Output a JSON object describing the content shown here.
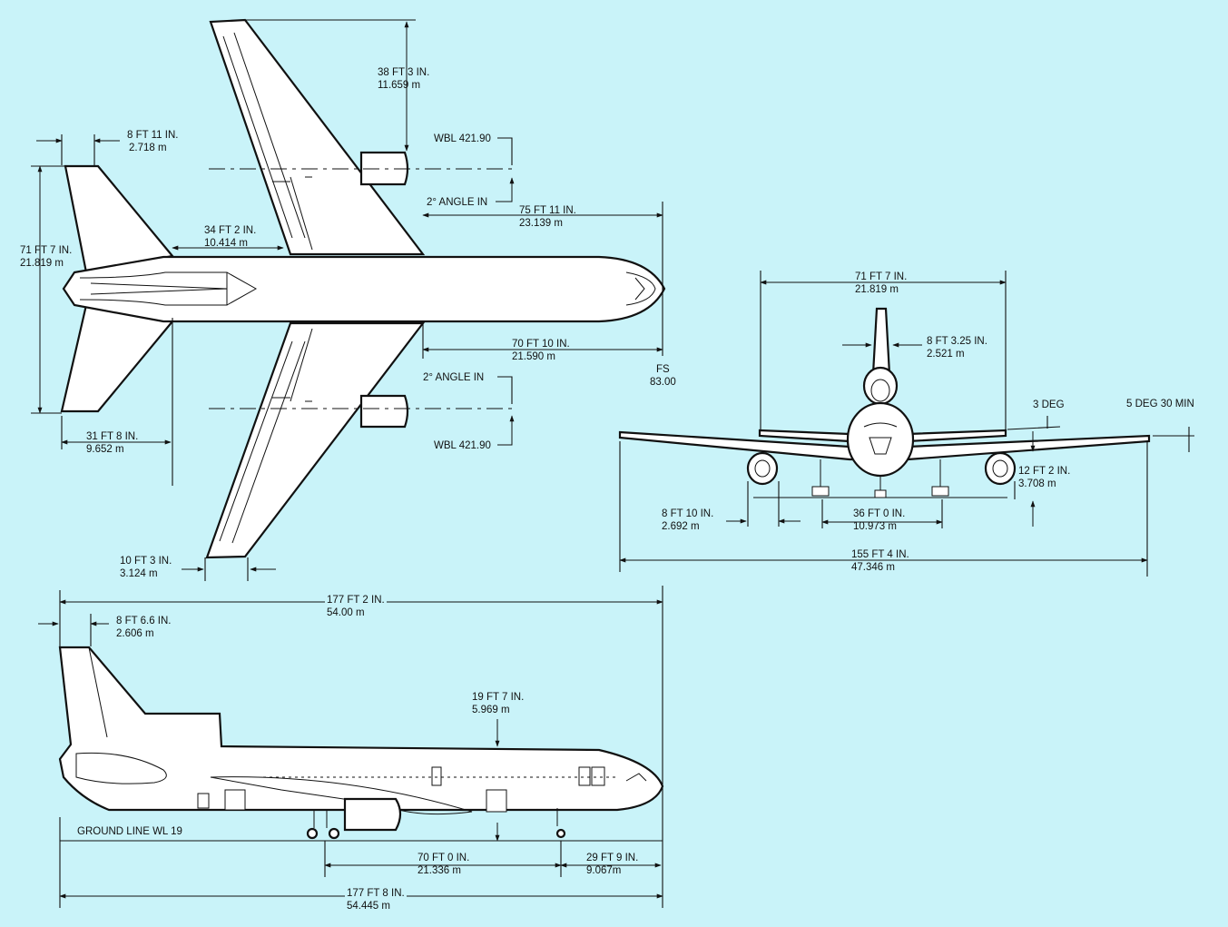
{
  "dimensions": {
    "wing_span_semi": {
      "imperial": "38 FT 3 IN.",
      "metric": "11.659 m"
    },
    "tail_offset_top": {
      "imperial": "8 FT 11 IN.",
      "metric": "2.718 m"
    },
    "wbl_top": {
      "text": "WBL 421.90"
    },
    "angle_top": {
      "text": "2° ANGLE IN"
    },
    "tailplane_span": {
      "imperial": "71 FT 7 IN.",
      "metric": "21.819 m"
    },
    "tail_root": {
      "imperial": "34 FT 2 IN.",
      "metric": "10.414 m"
    },
    "nose_to_wing_top": {
      "imperial": "75 FT 11 IN.",
      "metric": "23.139 m"
    },
    "nose_to_wing_bottom": {
      "imperial": "70 FT 10 IN.",
      "metric": "21.590 m"
    },
    "fs": {
      "label": "FS",
      "value": "83.00"
    },
    "angle_bottom": {
      "text": "2° ANGLE IN"
    },
    "wbl_bottom": {
      "text": "WBL 421.90"
    },
    "tail_length": {
      "imperial": "31 FT 8 IN.",
      "metric": "9.652 m"
    },
    "wingtip_chord": {
      "imperial": "10 FT 3 IN.",
      "metric": "3.124 m"
    },
    "front_stab_span": {
      "imperial": "71 FT 7 IN.",
      "metric": "21.819 m"
    },
    "fin_width": {
      "imperial": "8 FT 3.25 IN.",
      "metric": "2.521 m"
    },
    "dihedral_stab": {
      "text": "3 DEG"
    },
    "dihedral_wing": {
      "text": "5 DEG 30 MIN"
    },
    "engine_height": {
      "imperial": "12 FT 2 IN.",
      "metric": "3.708 m"
    },
    "engine_clearance": {
      "imperial": "8 FT 10 IN.",
      "metric": "2.692 m"
    },
    "main_gear_track": {
      "imperial": "36 FT 0 IN.",
      "metric": "10.973 m"
    },
    "wingspan": {
      "imperial": "155 FT 4 IN.",
      "metric": "47.346 m"
    },
    "fuselage_length": {
      "imperial": "177 FT 2 IN.",
      "metric": "54.00 m"
    },
    "tail_offset_side": {
      "imperial": "8 FT 6.6 IN.",
      "metric": "2.606 m"
    },
    "height": {
      "imperial": "19 FT 7 IN.",
      "metric": "5.969 m"
    },
    "ground_line": {
      "text": "GROUND LINE WL 19"
    },
    "wheelbase": {
      "imperial": "70 FT 0 IN.",
      "metric": "21.336 m"
    },
    "nose_to_nosegear": {
      "imperial": "29 FT 9 IN.",
      "metric": "9.067m"
    },
    "overall_length": {
      "imperial": "177 FT 8 IN.",
      "metric": "54.445 m"
    }
  }
}
